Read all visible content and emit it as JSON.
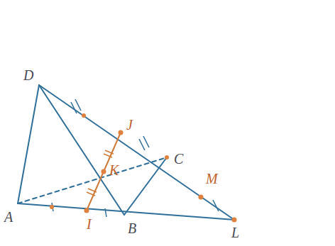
{
  "diagram": {
    "labels": [
      "D",
      "J",
      "K",
      "C",
      "M",
      "A",
      "I",
      "B",
      "L"
    ]
  }
}
